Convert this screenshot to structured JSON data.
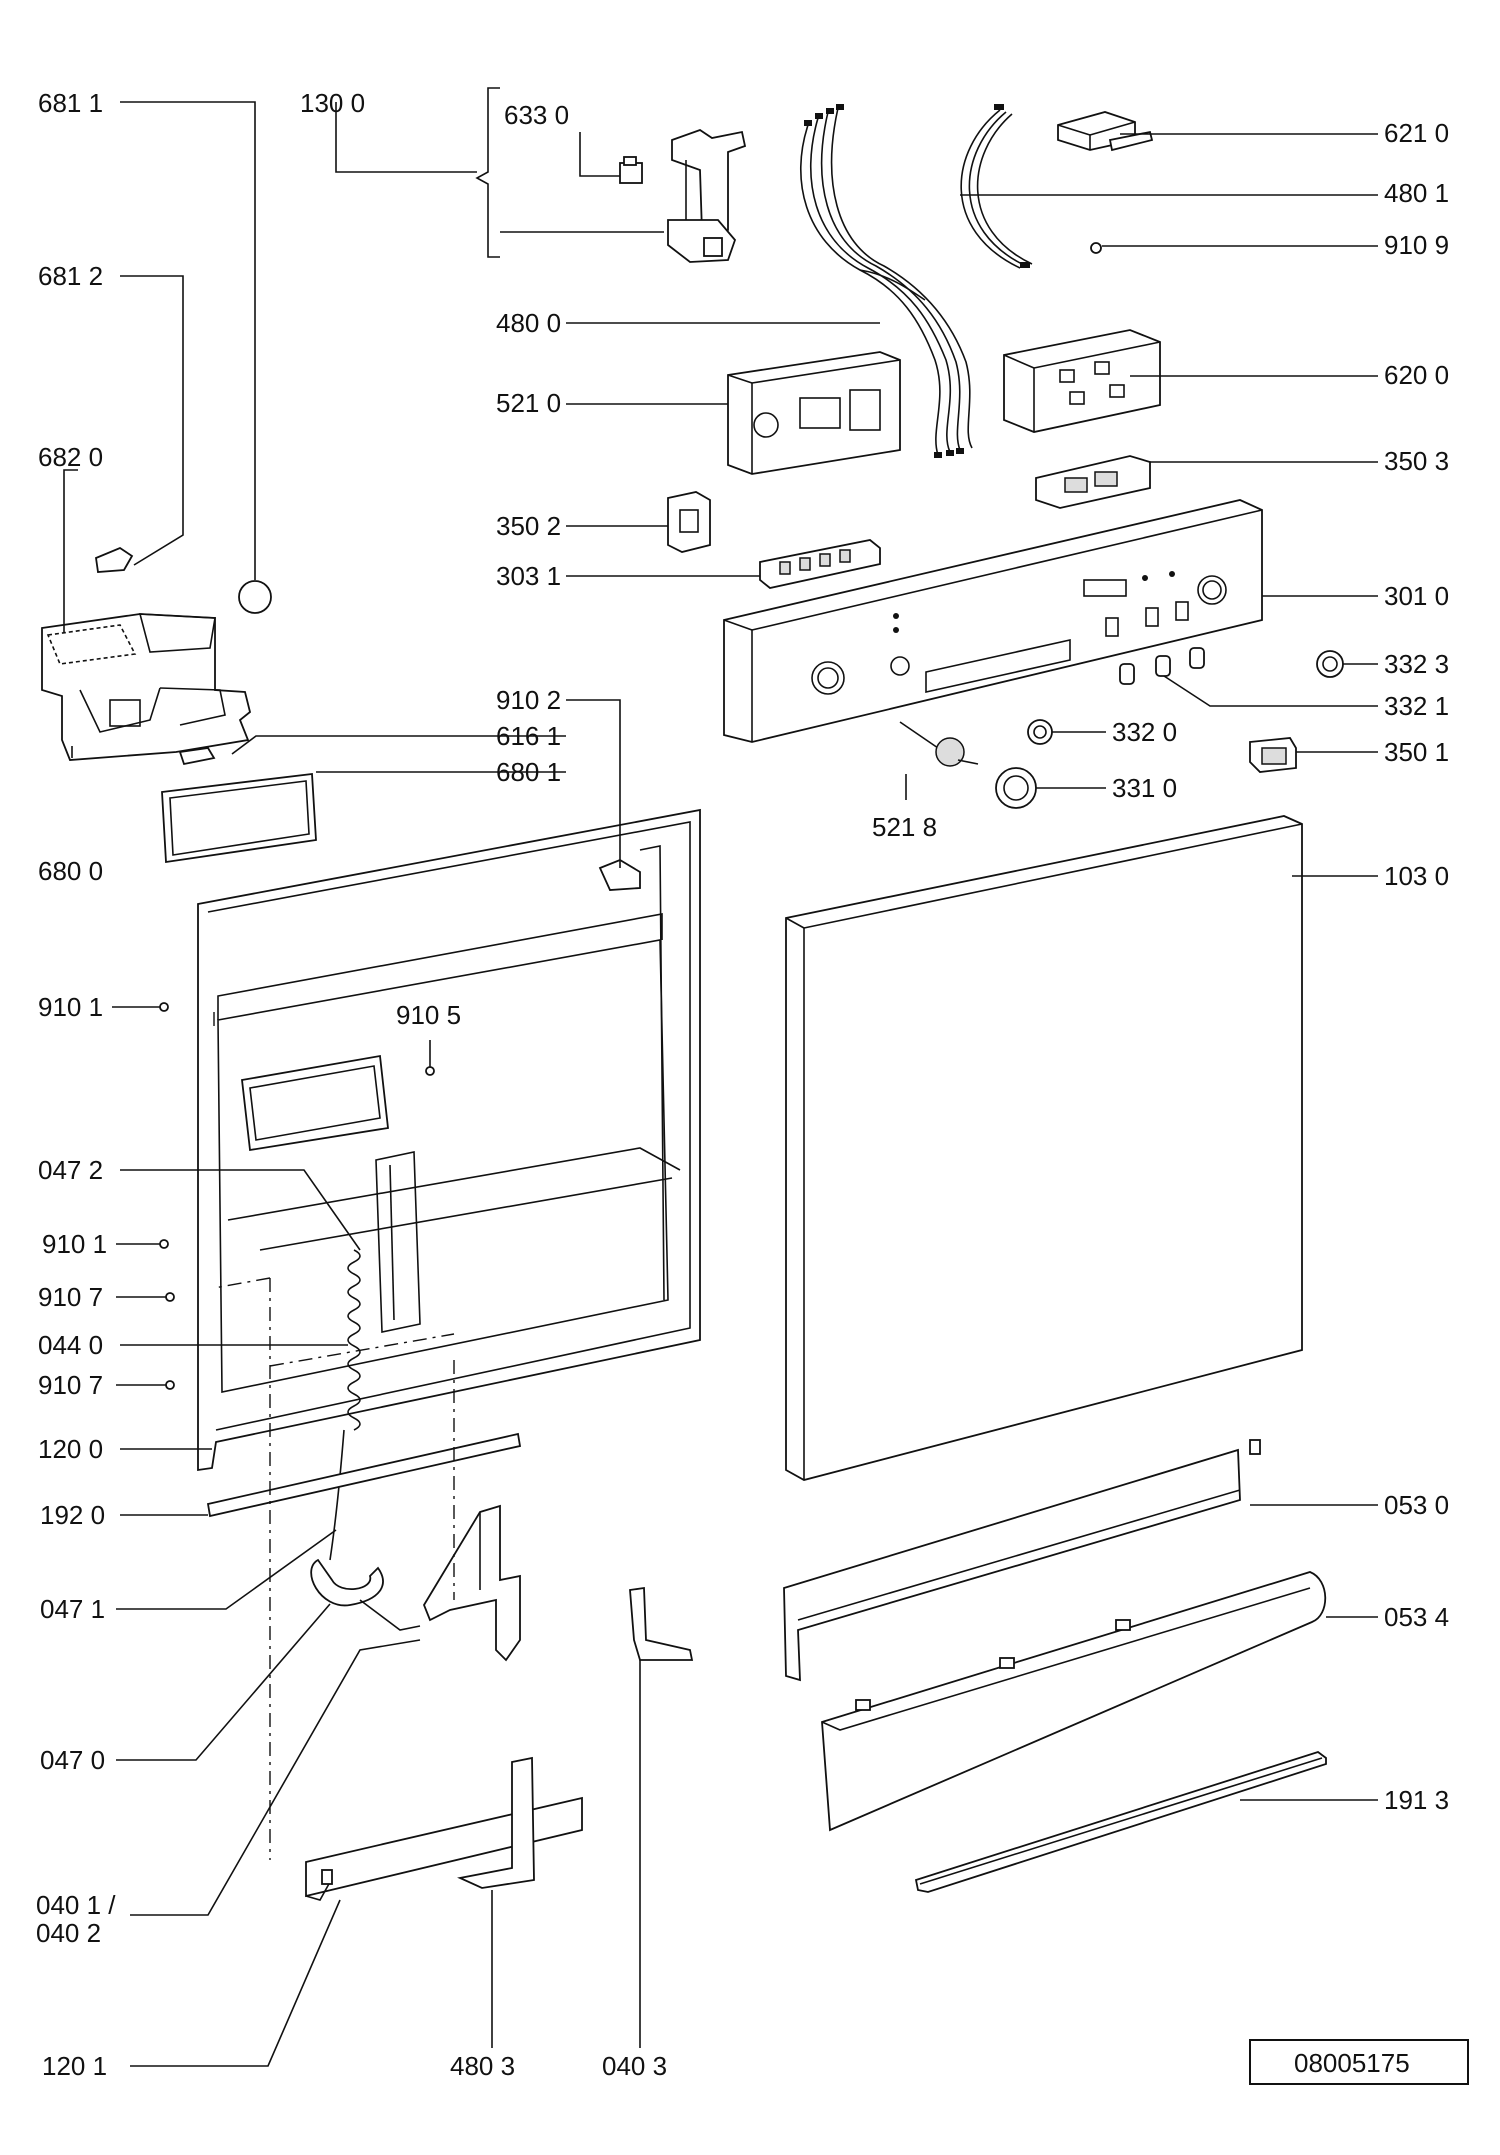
{
  "labels": {
    "l6811": "681 1",
    "l1300": "130 0",
    "l6330": "633 0",
    "l6210": "621 0",
    "l4801": "480 1",
    "l9109": "910 9",
    "l6812": "681 2",
    "l4800": "480 0",
    "l5210": "521 0",
    "l6200": "620 0",
    "l6820": "682 0",
    "l3503": "350 3",
    "l3502": "350 2",
    "l3031": "303 1",
    "l3010": "301 0",
    "l3323": "332 3",
    "l9102": "910 2",
    "l3321": "332 1",
    "l6161": "616 1",
    "l3320": "332 0",
    "l3501": "350 1",
    "l6801": "680 1",
    "l3310": "331 0",
    "l5218": "521 8",
    "l6800": "680 0",
    "l1030": "103 0",
    "l9101a": "910 1",
    "l9105": "910 5",
    "l0472": "047 2",
    "l9101b": "910 1",
    "l9107a": "910 7",
    "l0440": "044 0",
    "l9107b": "910 7",
    "l1200": "120 0",
    "l0530": "053 0",
    "l1920": "192 0",
    "l0471": "047 1",
    "l0534": "053 4",
    "l0470": "047 0",
    "l1913": "191 3",
    "l0401": "040 1 /",
    "l0402": "040 2",
    "l1201": "120 1",
    "l4803": "480 3",
    "l0403": "040 3"
  },
  "drawing_number": "08005175"
}
